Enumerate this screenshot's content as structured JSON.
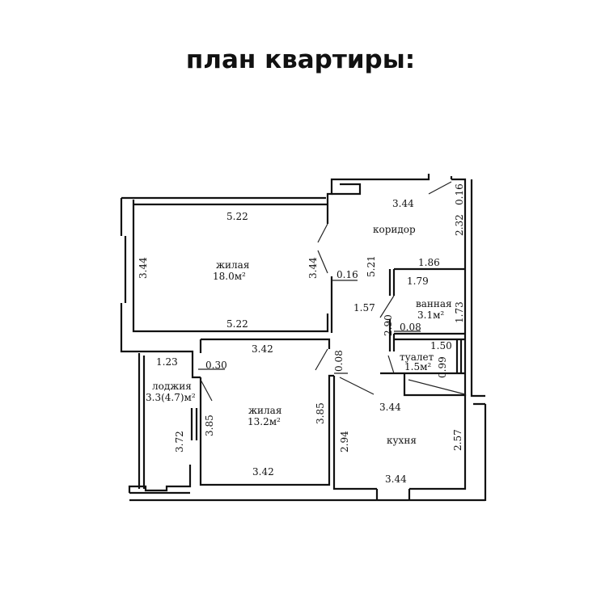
{
  "title": "план квартиры:",
  "rooms": {
    "living1": {
      "name": "жилая",
      "area": "18.0м²",
      "dims": [
        "5.22",
        "5.22",
        "3.44",
        "3.44"
      ]
    },
    "living2": {
      "name": "жилая",
      "area": "13.2м²",
      "dims": [
        "3.42",
        "3.42",
        "3.85",
        "3.85"
      ]
    },
    "corridor": {
      "name": "коридор",
      "dims": [
        "3.44",
        "5.21",
        "2.32",
        "0.16",
        "0.16",
        "1.57",
        "2.90",
        "0.08"
      ]
    },
    "bathroom": {
      "name": "ванная",
      "area": "3.1м²",
      "dims": [
        "1.86",
        "1.79",
        "1.73",
        "0.08"
      ]
    },
    "toilet": {
      "name": "туалет",
      "area": "1.5м²",
      "dims": [
        "1.50",
        "0.99"
      ]
    },
    "loggia": {
      "name": "лоджия",
      "area": "3.3(4.7)м²",
      "dims": [
        "1.23",
        "0.30",
        "3.72"
      ]
    },
    "kitchen": {
      "name": "кухня",
      "dims": [
        "3.44",
        "3.44",
        "2.94",
        "2.57"
      ]
    }
  }
}
